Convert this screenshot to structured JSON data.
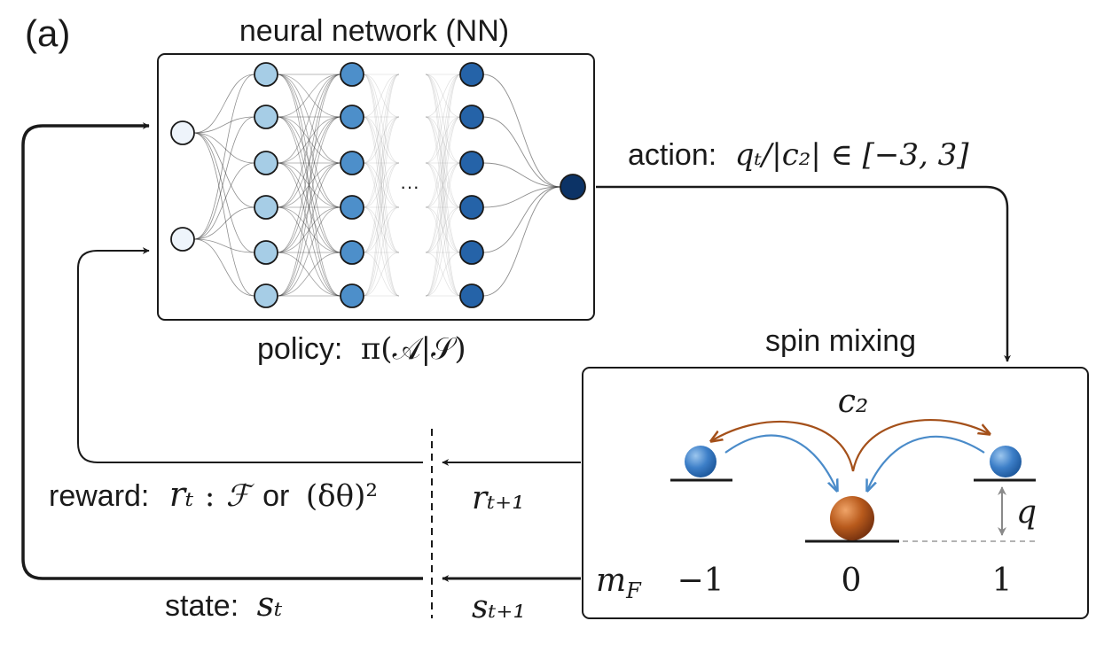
{
  "panel_label": "(a)",
  "nn": {
    "title": "neural network (NN)",
    "policy_prefix": "policy:",
    "policy_expr": "π(𝒜|𝒮)",
    "hidden_ellipsis": "···"
  },
  "action": {
    "prefix": "action:",
    "expr": "qₜ/|c₂| ∈ [−3, 3]"
  },
  "spin": {
    "title": "spin mixing",
    "coupling": "c₂",
    "gap": "q",
    "mf_label": "m_F",
    "levels": [
      "−1",
      "0",
      "1"
    ]
  },
  "reward": {
    "prefix": "reward:",
    "rt": "rₜ",
    "measure": "ℱ",
    "or": "or",
    "alt": "(δθ)²",
    "next": "rₜ₊₁"
  },
  "state": {
    "prefix": "state:",
    "st": "sₜ",
    "next": "sₜ₊₁"
  },
  "colors": {
    "input_node": "#eef4fb",
    "hidden1": "#a6cde6",
    "hidden2": "#4d8fca",
    "hidden3": "#2563a8",
    "output_node": "#0c3366",
    "ball_side": "#3d7fc8",
    "ball_center": "#b85a1c",
    "arrow_brown": "#a4501a",
    "arrow_blue": "#4a8bc9"
  }
}
